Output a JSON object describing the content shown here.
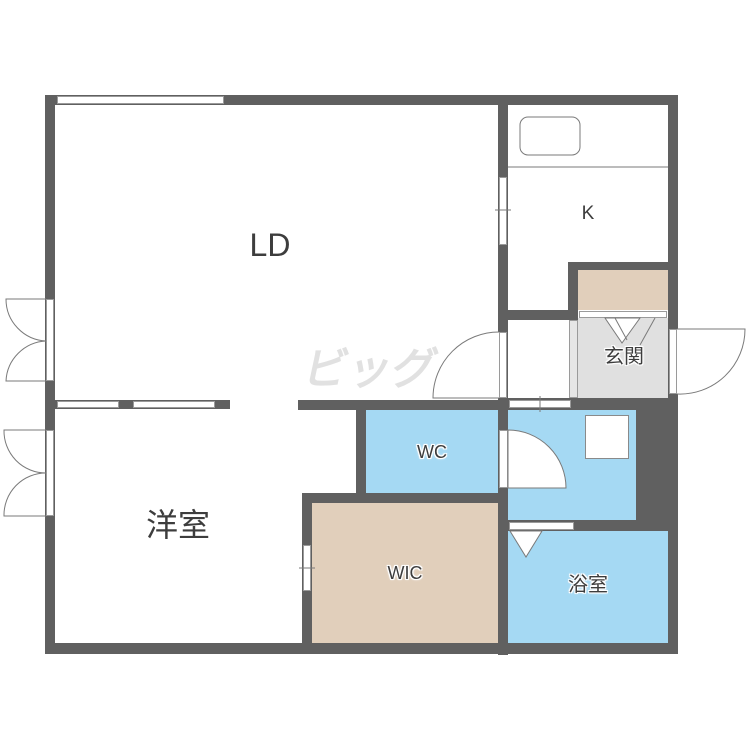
{
  "floorplan": {
    "rooms": {
      "ld": {
        "label": "LD"
      },
      "kitchen": {
        "label": "K"
      },
      "western_room": {
        "label": "洋室"
      },
      "entrance": {
        "label": "玄関"
      },
      "wc": {
        "label": "WC"
      },
      "wic": {
        "label": "WIC"
      },
      "bath": {
        "label": "浴室"
      }
    },
    "watermark": {
      "text": "ビッグ"
    },
    "colors": {
      "wall": "#606060",
      "wet_area": "#a5d9f3",
      "storage": "#e1cfbb",
      "entrance": "#e0e0e0",
      "room": "#ffffff"
    }
  }
}
